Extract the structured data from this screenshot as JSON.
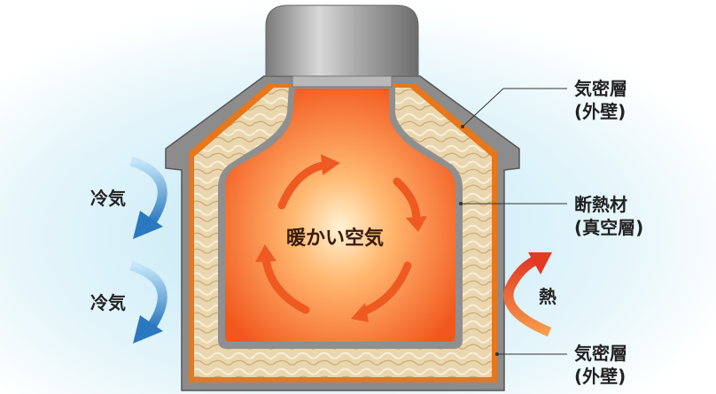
{
  "labels": {
    "center": "暖かい空気",
    "cold_air_1": "冷気",
    "cold_air_2": "冷気",
    "heat": "熱",
    "outer_top": {
      "line1": "気密層",
      "line2": "(外壁)"
    },
    "insulation": {
      "line1": "断熱材",
      "line2": "(真空層)"
    },
    "outer_bottom": {
      "line1": "気密層",
      "line2": "(外壁)"
    }
  },
  "colors": {
    "cold_arrow": "#2f7fc4",
    "heat_arrow": "#e8442a",
    "inner_air": "#f57a2a",
    "insulation": "#e9d3a8",
    "shell": "#8a8a8a"
  }
}
